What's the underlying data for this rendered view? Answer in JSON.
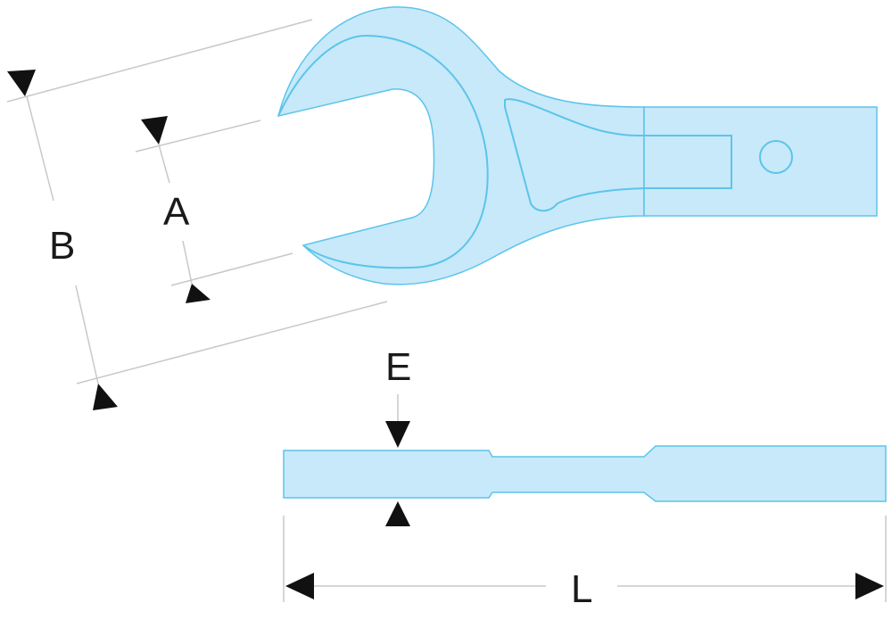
{
  "labels": {
    "A": "A",
    "B": "B",
    "E": "E",
    "L": "L"
  },
  "colors": {
    "fill": "#c8e9f9",
    "stroke": "#5bc4ec",
    "arrow": "#111111",
    "dimension_line": "#c8c8c8"
  }
}
